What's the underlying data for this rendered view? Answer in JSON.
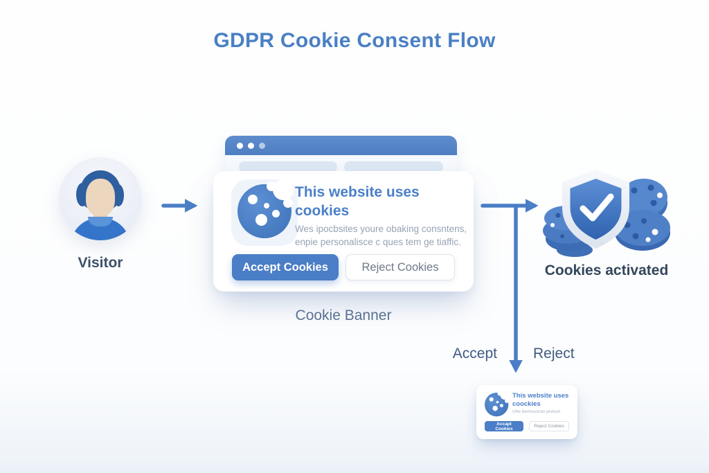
{
  "title": "GDPR Cookie Consent Flow",
  "visitor": {
    "label": "Visitor"
  },
  "banner": {
    "heading": "This website uses cookies",
    "body_line1": "Wes ipocbsites youre obaking consntens,",
    "body_line2": "enpie personalisce c ques tem ge tiaffic.",
    "accept_label": "Accept Cookies",
    "reject_label": "Reject Cookies",
    "caption": "Cookie Banner"
  },
  "branches": {
    "accept_label": "Accept",
    "reject_label": "Reject"
  },
  "result": {
    "label": "Cookies activated"
  },
  "mini_banner": {
    "heading": "This website uses coockies",
    "body": "Uhe bemosonas jeslcon",
    "accept_label": "Accapt Cookies",
    "reject_label": "Reject Cookies"
  },
  "icons": {
    "avatar": "visitor-avatar",
    "cookie": "cookie-icon",
    "shield": "shield-check-icon",
    "window_dots": "window-control-dots",
    "arrows": "flow-arrow"
  },
  "colors": {
    "title_blue": "#4a80c4",
    "accent_blue": "#4a7ec6",
    "heading_blue": "#4a7fc8",
    "cookie_blue": "#4b7fc4",
    "shield_blue": "#2f63af",
    "browser_bar_blue": "#5586ca",
    "label_slate": "#3c5069",
    "caption_slate": "#5a7191",
    "result_navy": "#33465c",
    "muted_gray": "#97a2b4",
    "reject_text_gray": "#6d7889",
    "card_white": "#ffffff"
  }
}
